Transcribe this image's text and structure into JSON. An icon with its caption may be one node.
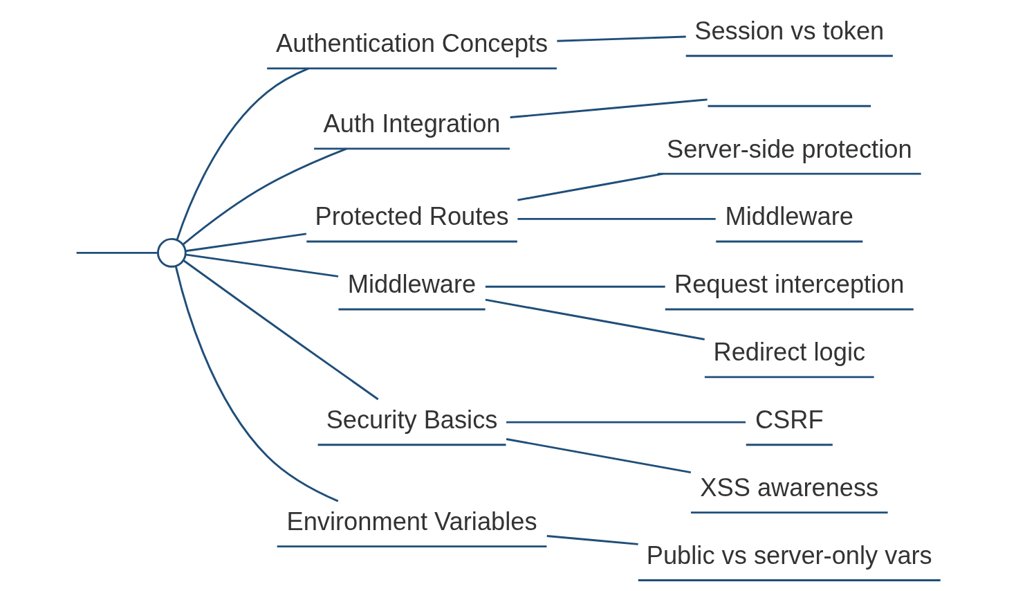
{
  "diagram": {
    "nodes": [
      {
        "text": [],
        "shape": "circle"
      },
      {
        "text": [
          "Authentication Concepts"
        ]
      },
      {
        "text": [
          "Session vs token"
        ]
      },
      {
        "text": [
          "Auth Integration"
        ]
      },
      {
        "text": [],
        "shape": "line"
      },
      {
        "text": [
          "Protected Routes"
        ]
      },
      {
        "text": [
          "Server-side protection"
        ]
      },
      {
        "text": [
          "Middleware"
        ]
      },
      {
        "text": [
          "Middleware"
        ]
      },
      {
        "text": [
          "Request interception"
        ]
      },
      {
        "text": [
          "Redirect logic"
        ]
      },
      {
        "text": [
          "Security Basics"
        ]
      },
      {
        "text": [
          "CSRF"
        ]
      },
      {
        "text": [
          "XSS awareness"
        ]
      },
      {
        "text": [
          "Environment Variables"
        ]
      },
      {
        "text": [
          "Public vs server-only vars"
        ]
      }
    ],
    "edges": [
      {
        "from": null,
        "to": 0,
        "arrow": "none"
      },
      {
        "from": 0,
        "to": 1,
        "arrow": "none"
      },
      {
        "from": 1,
        "to": 2,
        "arrow": "none"
      },
      {
        "from": 0,
        "to": 3,
        "arrow": "none"
      },
      {
        "from": 3,
        "to": 4,
        "arrow": "none"
      },
      {
        "from": 0,
        "to": 5,
        "arrow": "none"
      },
      {
        "from": 5,
        "to": 6,
        "arrow": "none"
      },
      {
        "from": 5,
        "to": 7,
        "arrow": "none"
      },
      {
        "from": 0,
        "to": 8,
        "arrow": "none"
      },
      {
        "from": 8,
        "to": 9,
        "arrow": "none"
      },
      {
        "from": 8,
        "to": 10,
        "arrow": "none"
      },
      {
        "from": 0,
        "to": 11,
        "arrow": "none"
      },
      {
        "from": 11,
        "to": 12,
        "arrow": "none"
      },
      {
        "from": 11,
        "to": 13,
        "arrow": "none"
      },
      {
        "from": 0,
        "to": 14,
        "arrow": "none"
      },
      {
        "from": 14,
        "to": 15,
        "arrow": "none"
      }
    ]
  }
}
